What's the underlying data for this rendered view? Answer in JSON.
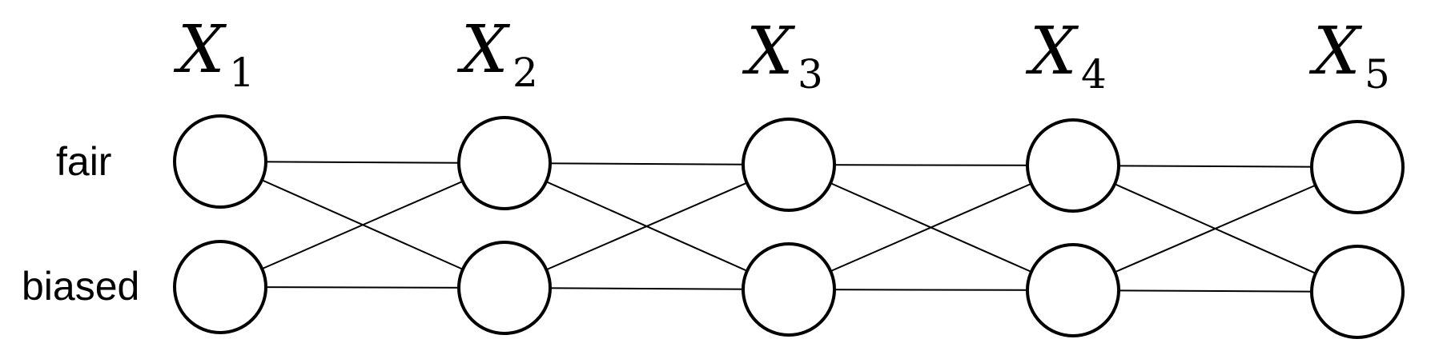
{
  "columns": [
    {
      "symbol": "X",
      "index": "1"
    },
    {
      "symbol": "X",
      "index": "2"
    },
    {
      "symbol": "X",
      "index": "3"
    },
    {
      "symbol": "X",
      "index": "4"
    },
    {
      "symbol": "X",
      "index": "5"
    }
  ],
  "states": [
    "fair",
    "biased"
  ]
}
